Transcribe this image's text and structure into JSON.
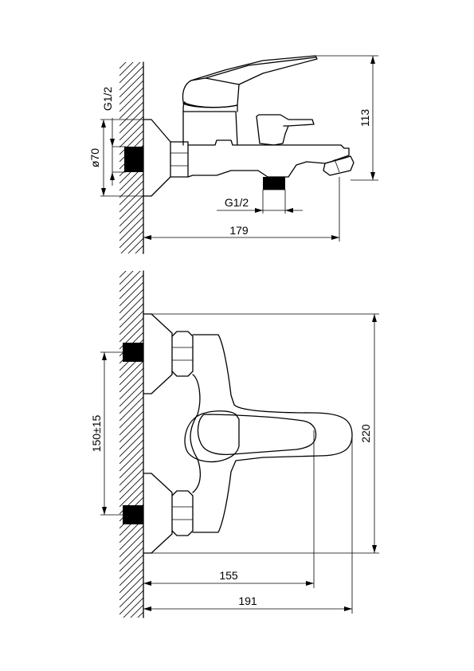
{
  "drawing": {
    "side_view": {
      "dim_height": "113",
      "dim_depth": "179",
      "dim_inlet_thread": "G1/2",
      "dim_outlet_thread": "G1/2",
      "dim_flange_diameter": "ø70"
    },
    "top_view": {
      "dim_width": "220",
      "dim_center_distance": "150±15",
      "dim_handle_reach": "155",
      "dim_total_depth": "191"
    }
  }
}
